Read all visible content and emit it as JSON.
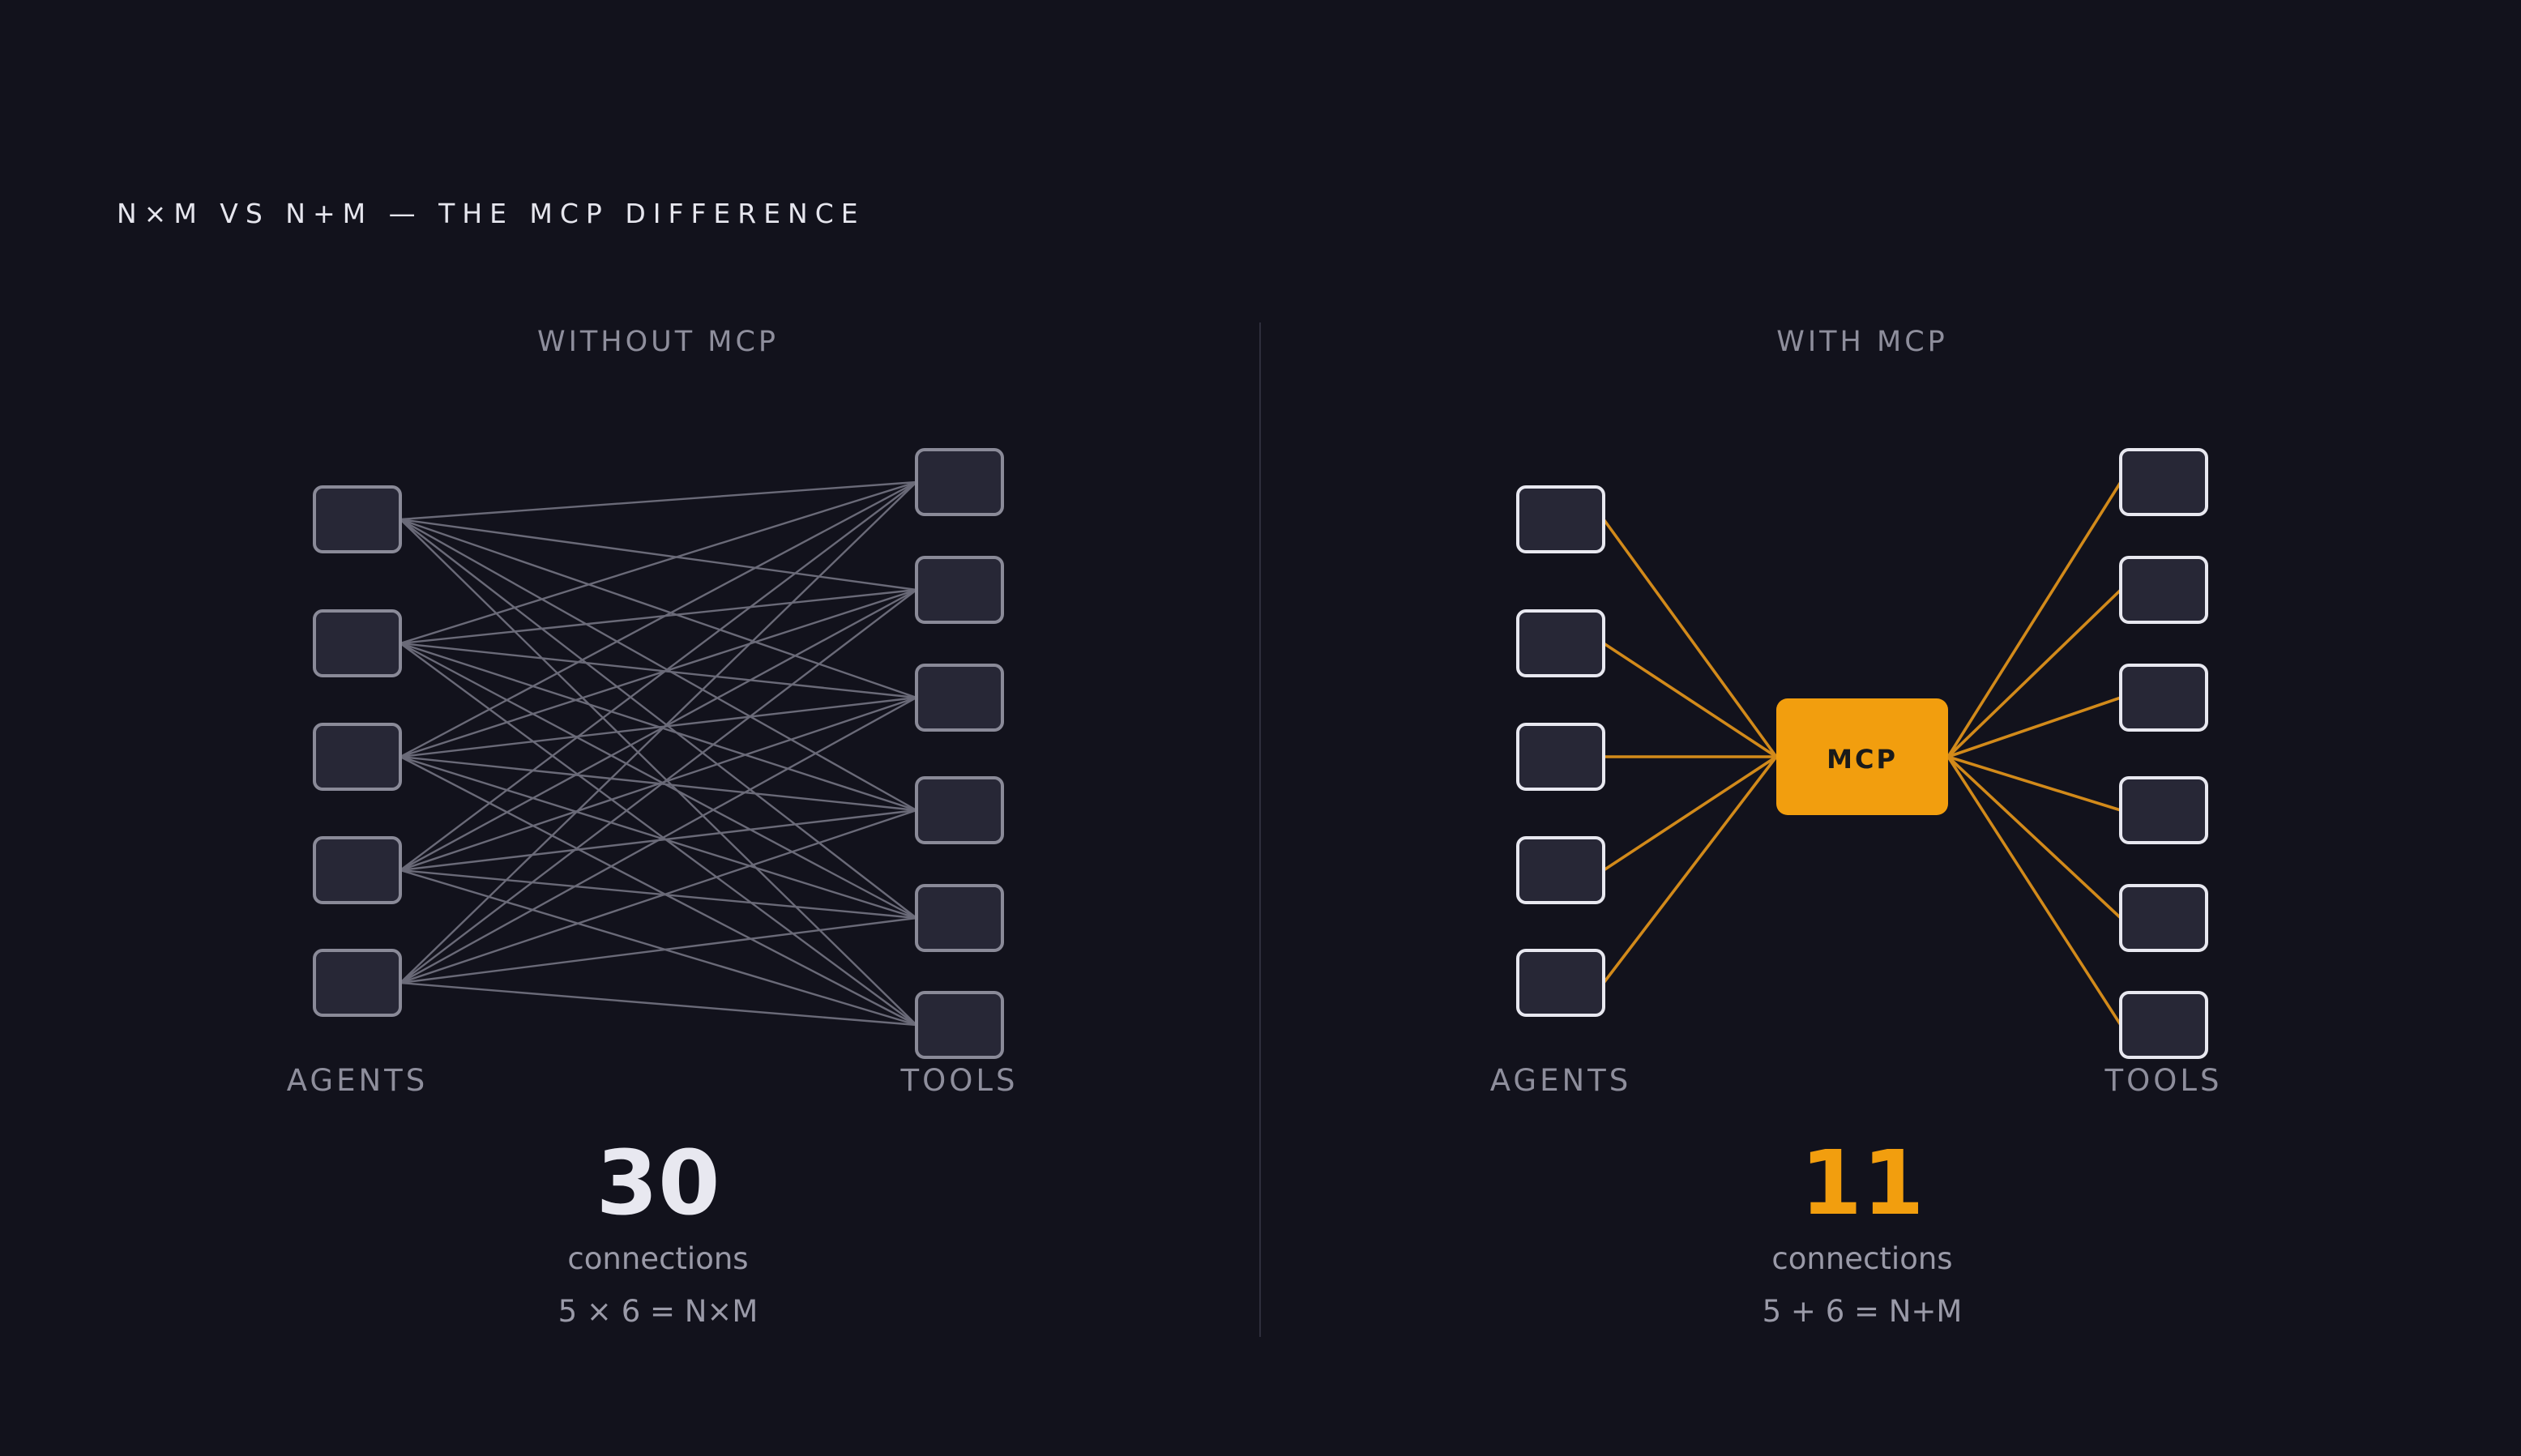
{
  "title": "N×M VS N+M — THE MCP DIFFERENCE",
  "colors": {
    "background": "#12121c",
    "node_fill": "#272736",
    "node_stroke_muted": "#8a8a98",
    "node_stroke_bright": "#e8e8f0",
    "mesh_line": "#6a6a78",
    "accent": "#f29e0e",
    "accent_line": "#d28a1a",
    "hub_text": "#1a1a1a",
    "count_plain": "#e8e8f0",
    "divider": "#2e2e3c"
  },
  "panels": {
    "without": {
      "heading": "WITHOUT MCP",
      "agents_label": "AGENTS",
      "tools_label": "TOOLS",
      "agent_count": 5,
      "tool_count": 6,
      "count": "30",
      "count_unit": "connections",
      "formula": "5 × 6 = N×M"
    },
    "with": {
      "heading": "WITH MCP",
      "agents_label": "AGENTS",
      "tools_label": "TOOLS",
      "hub_label": "MCP",
      "agent_count": 5,
      "tool_count": 6,
      "count": "11",
      "count_unit": "connections",
      "formula": "5 + 6 = N+M"
    }
  }
}
